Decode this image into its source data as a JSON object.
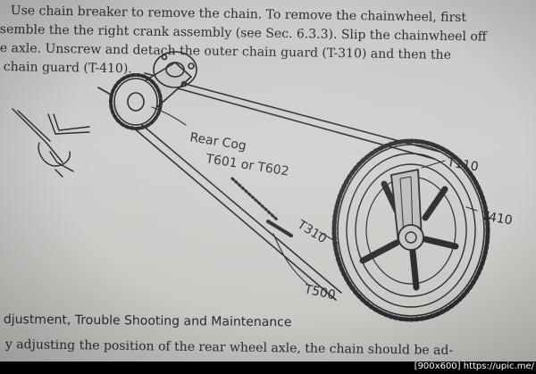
{
  "text": {
    "line1": "Use chain breaker to remove the chain. To remove the chainwheel, first",
    "line2": "semble the the right crank assembly (see Sec. 6.3.3). Slip the chainwheel off",
    "line3": "e axle. Unscrew and detach the outer chain guard (T-310) and then the",
    "line4": "chain guard (T-410).",
    "section_heading": "djustment, Trouble Shooting and Maintenance",
    "bottom_line": "y adjusting the position of the rear wheel axle, the chain should be ad-"
  },
  "labels": {
    "rear_cog": "Rear Cog",
    "rear_cog_parts": "T601 or T602",
    "t110": "T110",
    "t410": "T410",
    "t310": "T310",
    "t500": "T500"
  },
  "watermark": "[900x600] https://upic.me/",
  "colors": {
    "paper": "#cbcbc8",
    "ink": "#2b2c30",
    "frame": "#000000"
  }
}
